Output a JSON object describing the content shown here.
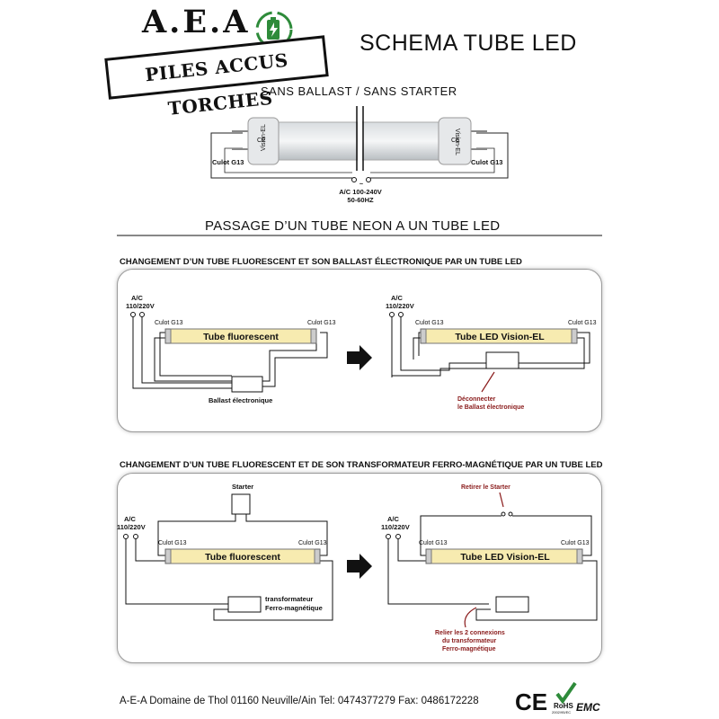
{
  "logo": {
    "title": "A.E.A",
    "banner": "PILES ACCUS TORCHES",
    "icon": "recycle-battery-icon",
    "icon_color": "#2e8b3a"
  },
  "header": {
    "title": "SCHEMA TUBE LED",
    "subtitle": "SANS BALLAST / SANS STARTER"
  },
  "led_tube": {
    "cap_left": "Culot G13",
    "cap_right": "Culot G13",
    "brand": "Vision-EL",
    "ac_symbol": "~",
    "ac_voltage": "A/C 100-240V",
    "ac_freq": "50-60HZ"
  },
  "section": {
    "heading": "PASSAGE D’UN TUBE NEON A UN TUBE LED"
  },
  "panel1": {
    "heading": "CHANGEMENT D’UN TUBE FLUORESCENT ET SON BALLAST ÉLECTRONIQUE PAR UN TUBE LED",
    "ac_line1": "A/C",
    "ac_line2": "110/220V",
    "cap": "Culot G13",
    "tube_fluo": "Tube fluorescent",
    "tube_led_prefix": "Tube LED ",
    "tube_led_brand": "Vision-EL",
    "ballast": "Ballast électronique",
    "note_line1": "Déconnecter",
    "note_line2": "le Ballast électronique"
  },
  "panel2": {
    "heading": "CHANGEMENT D’UN TUBE FLUORESCENT ET DE SON TRANSFORMATEUR FERRO-MAGNÉTIQUE PAR UN TUBE LED",
    "ac_line1": "A/C",
    "ac_line2": "110/220V",
    "cap": "Culot G13",
    "starter": "Starter",
    "tube_fluo": "Tube fluorescent",
    "tube_led_prefix": "Tube LED ",
    "tube_led_brand": "Vision-EL",
    "transfo_line1": "transformateur",
    "transfo_line2": "Ferro-magnétique",
    "remove_starter": "Retirer le Starter",
    "note_line1": "Relier les 2 connexions",
    "note_line2": "du transformateur",
    "note_line3": "Ferro-magnétique"
  },
  "colors": {
    "tube_fill": "#f7ebb0",
    "note_red": "#8a1b1b",
    "check_green": "#2e8b3a"
  },
  "footer": {
    "text": "A-E-A Domaine de Thol 01160 Neuville/Ain Tel: 0474377279 Fax: 0486172228"
  },
  "certifications": {
    "ce": "CE",
    "rohs": "RoHS",
    "rohs_sub": "2002/95/EC",
    "emc": "EMC"
  }
}
